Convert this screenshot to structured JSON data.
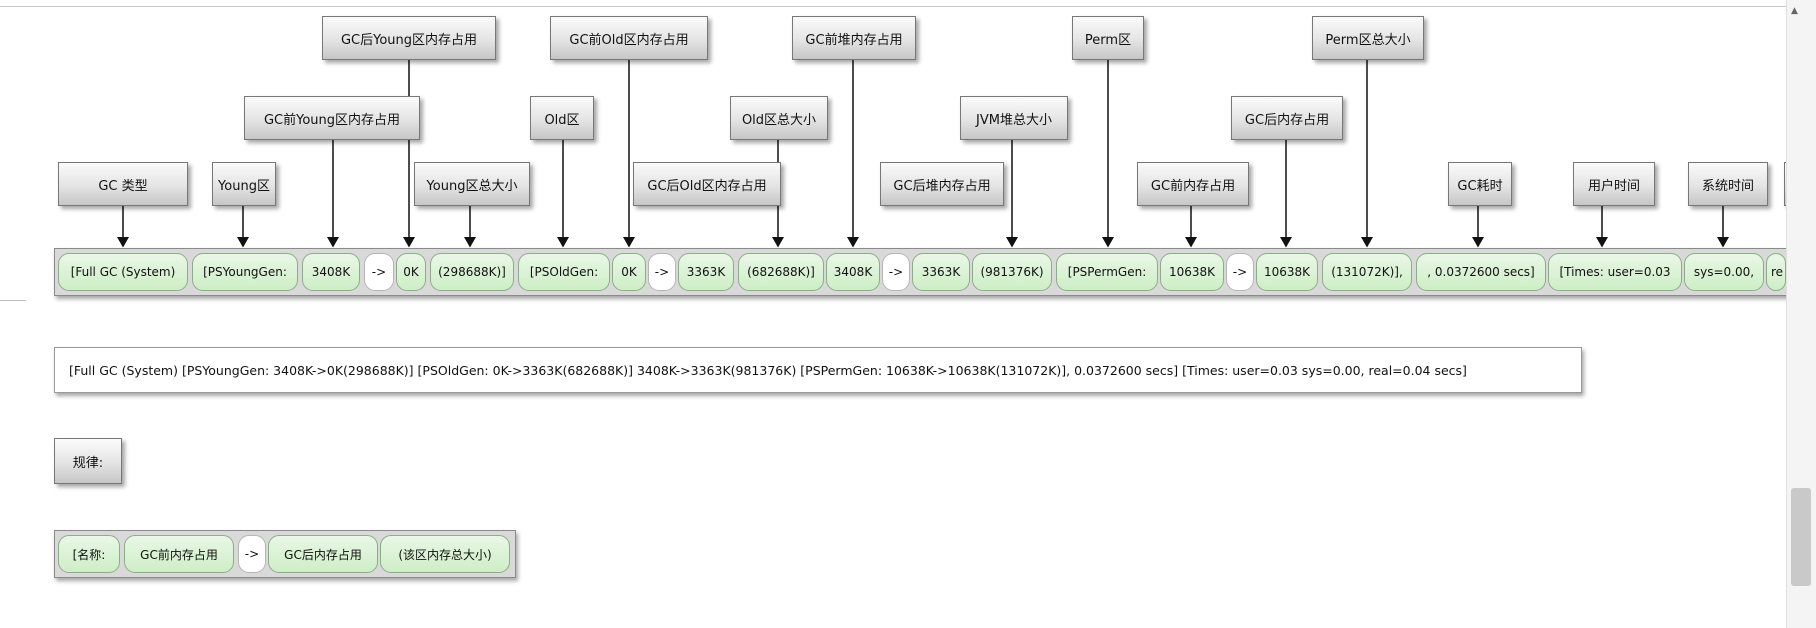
{
  "labels": {
    "gc_type": "GC 类型",
    "young": "Young区",
    "gc_before_young": "GC前Young区内存占用",
    "gc_after_young": "GC后Young区内存占用",
    "young_total": "Young区总大小",
    "old": "Old区",
    "gc_before_old": "GC前Old区内存占用",
    "gc_after_old": "GC后Old区内存占用",
    "old_total": "Old区总大小",
    "gc_before_heap": "GC前堆内存占用",
    "gc_after_heap": "GC后堆内存占用",
    "jvm_heap_total": "JVM堆总大小",
    "perm": "Perm区",
    "gc_before_mem": "GC前内存占用",
    "gc_after_mem": "GC后内存占用",
    "perm_total": "Perm区总大小",
    "gc_time": "GC耗时",
    "user_time": "用户时间",
    "sys_time": "系统时间"
  },
  "segments": [
    "[Full GC (System)",
    "[PSYoungGen:",
    "3408K",
    "->",
    "0K",
    "(298688K)]",
    "[PSOldGen:",
    "0K",
    "->",
    "3363K",
    "(682688K)]",
    "3408K",
    "->",
    "3363K",
    "(981376K)",
    "[PSPermGen:",
    "10638K",
    "->",
    "10638K",
    "(131072K)],",
    ", 0.0372600 secs]",
    "[Times: user=0.03",
    "sys=0.00,",
    "re"
  ],
  "full_log": "[Full GC (System) [PSYoungGen: 3408K->0K(298688K)] [PSOldGen: 0K->3363K(682688K)] 3408K->3363K(981376K) [PSPermGen: 10638K->10638K(131072K)], 0.0372600 secs] [Times: user=0.03 sys=0.00, real=0.04 secs]",
  "rule_label": "规律:",
  "rule_segments": [
    "[名称:",
    "GC前内存占用",
    "->",
    "GC后内存占用",
    "(该区内存总大小)"
  ]
}
